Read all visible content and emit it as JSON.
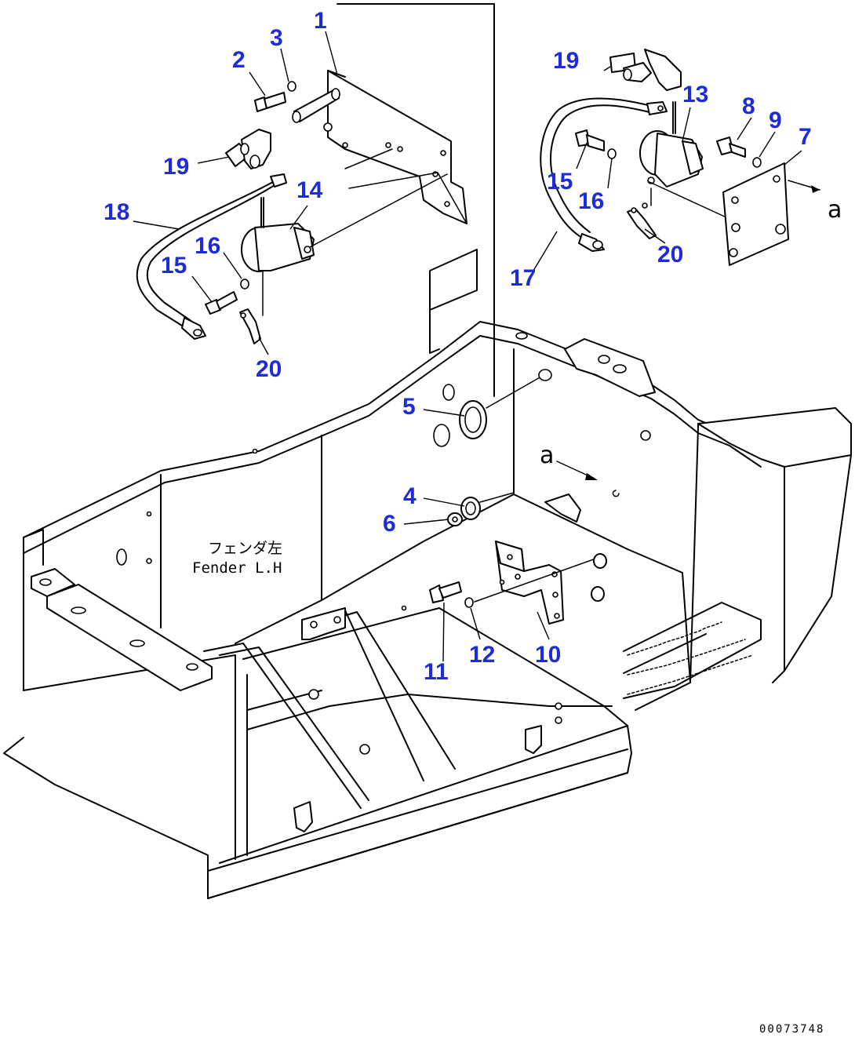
{
  "callouts": {
    "c1": "1",
    "c2": "2",
    "c3": "3",
    "c19a": "19",
    "c18": "18",
    "c14": "14",
    "c16a": "16",
    "c15a": "15",
    "c20a": "20",
    "c19b": "19",
    "c13": "13",
    "c8": "8",
    "c9": "9",
    "c7": "7",
    "c15b": "15",
    "c16b": "16",
    "c17": "17",
    "c20b": "20",
    "c5": "5",
    "c4": "4",
    "c6": "6",
    "c10": "10",
    "c11": "11",
    "c12": "12"
  },
  "fender_label": {
    "jp": "フェンダ左",
    "en": "Fender L.H"
  },
  "view_marker": {
    "label_right": "a",
    "label_center": "a"
  },
  "doc_number": "00073748",
  "colors": {
    "callout": "#1d2bd8",
    "line": "#000000",
    "background": "#ffffff"
  }
}
